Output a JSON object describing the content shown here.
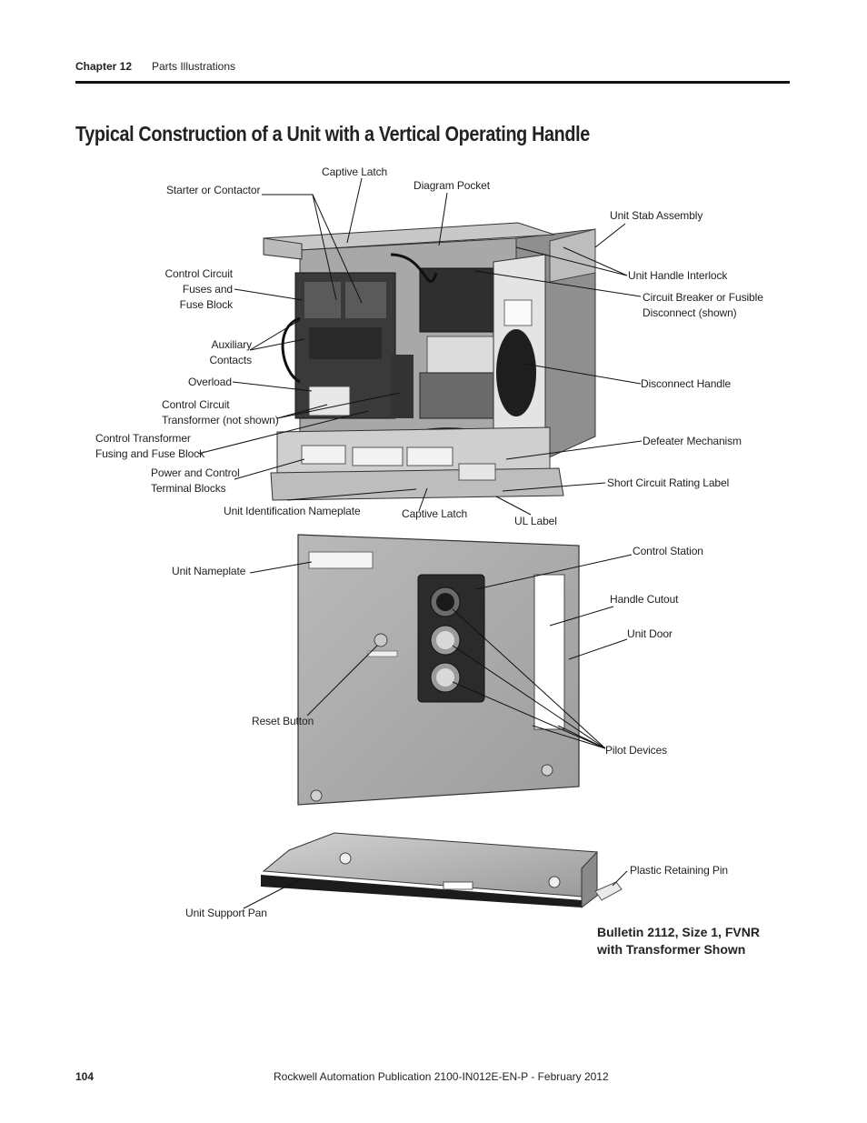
{
  "header": {
    "chapter": "Chapter 12",
    "section": "Parts Illustrations"
  },
  "title": "Typical Construction of a Unit with a Vertical Operating Handle",
  "labels": {
    "captive_latch_top": "Captive Latch",
    "diagram_pocket": "Diagram Pocket",
    "starter_contactor": "Starter or Contactor",
    "unit_stab_assembly": "Unit Stab Assembly",
    "control_circuit_fuses_1": "Control Circuit",
    "control_circuit_fuses_2": "Fuses and",
    "control_circuit_fuses_3": "Fuse Block",
    "unit_handle_interlock": "Unit Handle Interlock",
    "circuit_breaker_1": "Circuit Breaker or Fusible",
    "circuit_breaker_2": "Disconnect (shown)",
    "auxiliary_contacts_1": "Auxiliary",
    "auxiliary_contacts_2": "Contacts",
    "overload": "Overload",
    "disconnect_handle": "Disconnect Handle",
    "control_transformer_1": "Control Circuit",
    "control_transformer_2": "Transformer (not shown)",
    "transformer_fusing_1": "Control Transformer",
    "transformer_fusing_2": "Fusing and Fuse Block",
    "defeater_mechanism": "Defeater Mechanism",
    "terminal_blocks_1": "Power and Control",
    "terminal_blocks_2": "Terminal Blocks",
    "short_circuit_label": "Short Circuit Rating Label",
    "unit_id_nameplate": "Unit Identification Nameplate",
    "captive_latch_bottom": "Captive Latch",
    "ul_label": "UL Label",
    "control_station": "Control Station",
    "unit_nameplate": "Unit Nameplate",
    "handle_cutout": "Handle Cutout",
    "unit_door": "Unit Door",
    "reset_button": "Reset Button",
    "pilot_devices": "Pilot Devices",
    "plastic_retaining_pin": "Plastic Retaining Pin",
    "unit_support_pan": "Unit Support Pan"
  },
  "caption": {
    "line1": "Bulletin 2112, Size 1, FVNR",
    "line2": "with Transformer Shown"
  },
  "footer": {
    "page_number": "104",
    "publication": "Rockwell Automation Publication 2100-IN012E-EN-P - February 2012"
  }
}
